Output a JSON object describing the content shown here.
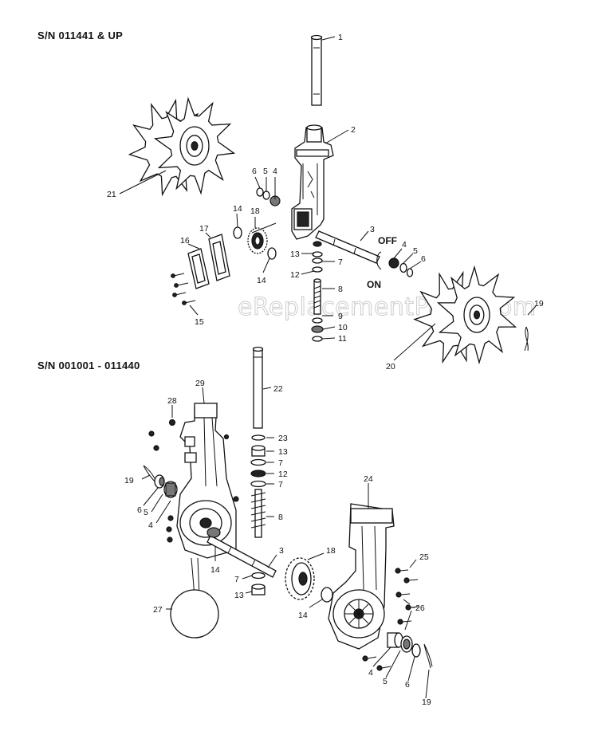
{
  "headers": {
    "upper": "S/N  011441 & UP",
    "lower": "S/N  001001 - 011440"
  },
  "watermark": "eReplacementParts.com",
  "switch_labels": {
    "off": "OFF",
    "on": "ON"
  },
  "upper_callouts": [
    {
      "id": "u1",
      "text": "1"
    },
    {
      "id": "u2",
      "text": "2"
    },
    {
      "id": "u3",
      "text": "3"
    },
    {
      "id": "u4a",
      "text": "4"
    },
    {
      "id": "u5a",
      "text": "5"
    },
    {
      "id": "u6a",
      "text": "6"
    },
    {
      "id": "u4b",
      "text": "4"
    },
    {
      "id": "u5b",
      "text": "5"
    },
    {
      "id": "u6b",
      "text": "6"
    },
    {
      "id": "u7",
      "text": "7"
    },
    {
      "id": "u8",
      "text": "8"
    },
    {
      "id": "u9",
      "text": "9"
    },
    {
      "id": "u10",
      "text": "10"
    },
    {
      "id": "u11",
      "text": "11"
    },
    {
      "id": "u12",
      "text": "12"
    },
    {
      "id": "u13",
      "text": "13"
    },
    {
      "id": "u14a",
      "text": "14"
    },
    {
      "id": "u14b",
      "text": "14"
    },
    {
      "id": "u15",
      "text": "15"
    },
    {
      "id": "u16",
      "text": "16"
    },
    {
      "id": "u17",
      "text": "17"
    },
    {
      "id": "u18",
      "text": "18"
    },
    {
      "id": "u19",
      "text": "19"
    },
    {
      "id": "u20",
      "text": "20"
    },
    {
      "id": "u21",
      "text": "21"
    }
  ],
  "lower_callouts": [
    {
      "id": "l22",
      "text": "22"
    },
    {
      "id": "l23",
      "text": "23"
    },
    {
      "id": "l13a",
      "text": "13"
    },
    {
      "id": "l7a",
      "text": "7"
    },
    {
      "id": "l12",
      "text": "12"
    },
    {
      "id": "l7b",
      "text": "7"
    },
    {
      "id": "l8",
      "text": "8"
    },
    {
      "id": "l3",
      "text": "3"
    },
    {
      "id": "l29",
      "text": "29"
    },
    {
      "id": "l28",
      "text": "28"
    },
    {
      "id": "l19a",
      "text": "19"
    },
    {
      "id": "l6a",
      "text": "6"
    },
    {
      "id": "l5a",
      "text": "5"
    },
    {
      "id": "l4a",
      "text": "4"
    },
    {
      "id": "l14a",
      "text": "14"
    },
    {
      "id": "l7c",
      "text": "7"
    },
    {
      "id": "l13b",
      "text": "13"
    },
    {
      "id": "l27",
      "text": "27"
    },
    {
      "id": "l18",
      "text": "18"
    },
    {
      "id": "l14b",
      "text": "14"
    },
    {
      "id": "l24",
      "text": "24"
    },
    {
      "id": "l25",
      "text": "25"
    },
    {
      "id": "l26",
      "text": "26"
    },
    {
      "id": "l4b",
      "text": "4"
    },
    {
      "id": "l5b",
      "text": "5"
    },
    {
      "id": "l6b",
      "text": "6"
    },
    {
      "id": "l19b",
      "text": "19"
    }
  ]
}
